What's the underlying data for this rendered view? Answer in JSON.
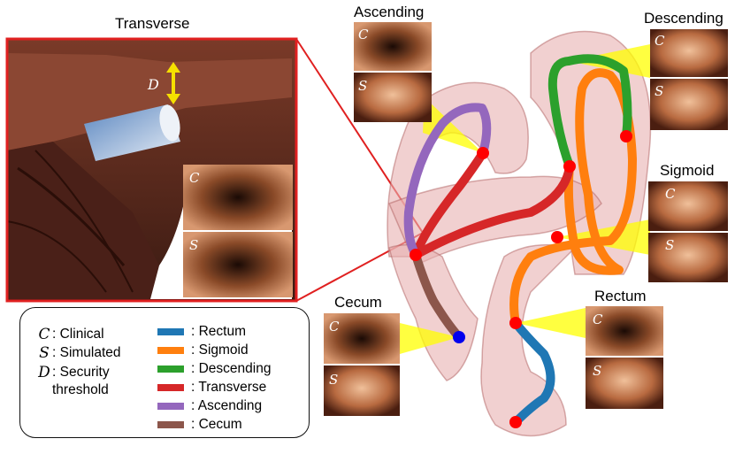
{
  "panel_titles": {
    "transverse": "Transverse",
    "ascending": "Ascending",
    "descending": "Descending",
    "sigmoid": "Sigmoid",
    "cecum": "Cecum",
    "rectum": "Rectum"
  },
  "thumb_symbols": {
    "clinical": "C",
    "simulated": "S"
  },
  "security_symbol": "D",
  "legend": {
    "symbols": [
      {
        "symbol": "C",
        "label": ": Clinical"
      },
      {
        "symbol": "S",
        "label": ": Simulated"
      },
      {
        "symbol": "D",
        "label": ": Security",
        "label2": "threshold"
      }
    ],
    "segments": [
      {
        "label": ": Rectum",
        "color": "#1f77b4"
      },
      {
        "label": ": Sigmoid",
        "color": "#ff7f0e"
      },
      {
        "label": ": Descending",
        "color": "#2ca02c"
      },
      {
        "label": ": Transverse",
        "color": "#d62728"
      },
      {
        "label": ": Ascending",
        "color": "#9467bd"
      },
      {
        "label": ": Cecum",
        "color": "#8c564b"
      }
    ]
  },
  "colors": {
    "zoom_frame": "#e02020",
    "colon": "#e8b0b0",
    "marker": "#ff0000",
    "cecum_marker": "#0000ee",
    "view_cone": "#ffff00",
    "threshold_arrow": "#f5e000"
  }
}
